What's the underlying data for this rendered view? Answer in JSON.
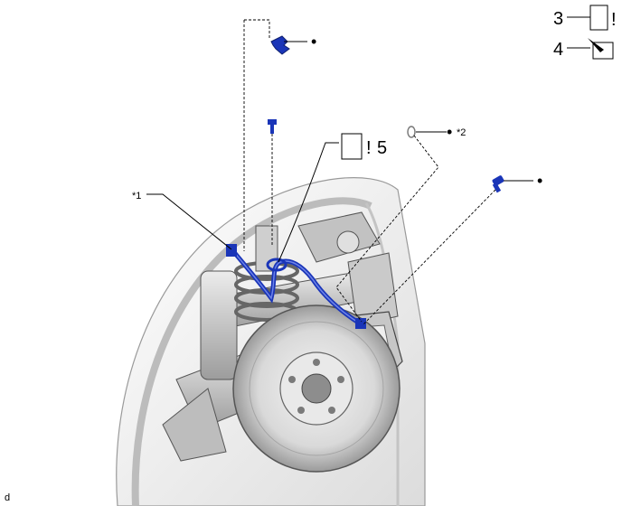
{
  "legend": {
    "item3_number": "3",
    "item3_mark": "!",
    "item4_number": "4"
  },
  "callouts": {
    "hose_number": "5",
    "hose_mark": "!",
    "star1": "*1",
    "star2": "*2",
    "dot": "•"
  },
  "footer": {
    "code": "d"
  },
  "colors": {
    "part_blue": "#1a35b8",
    "line": "#000000",
    "body_gray": "#c8c8c8"
  }
}
